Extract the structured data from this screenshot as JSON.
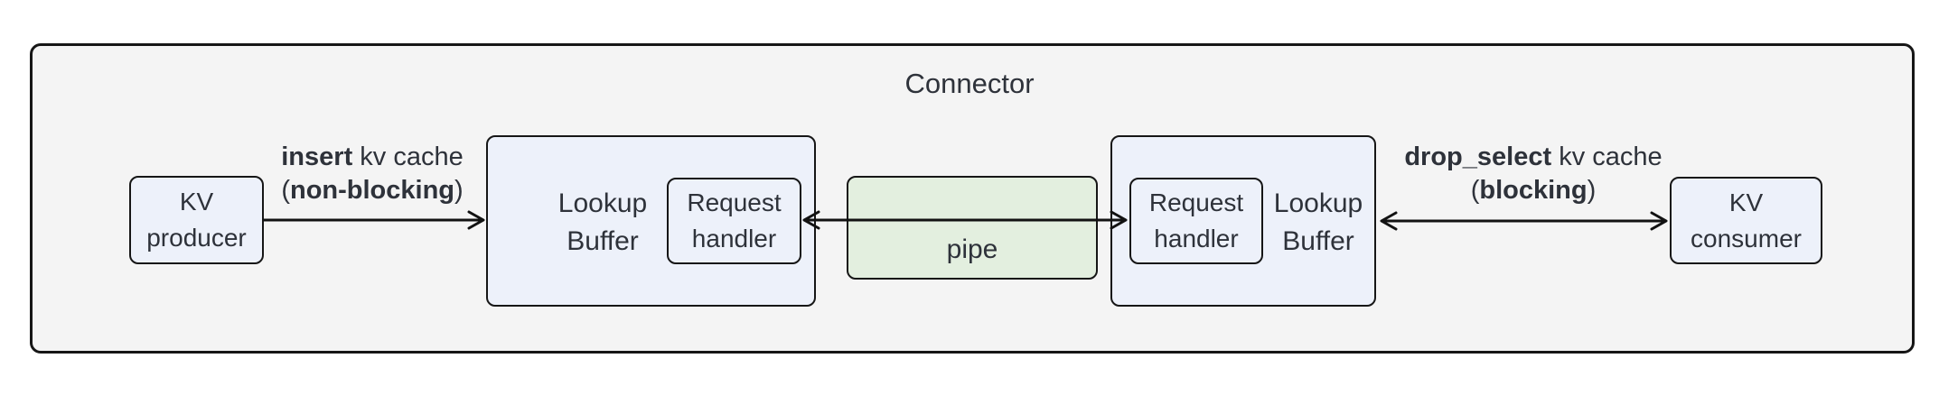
{
  "title": "Connector",
  "nodes": {
    "kv_producer": {
      "line1": "KV",
      "line2": "producer"
    },
    "lookup_buffer_left": {
      "line1": "Lookup",
      "line2": "Buffer"
    },
    "request_handler_left": {
      "line1": "Request",
      "line2": "handler"
    },
    "pipe": {
      "label": "pipe"
    },
    "request_handler_right": {
      "line1": "Request",
      "line2": "handler"
    },
    "lookup_buffer_right": {
      "line1": "Lookup",
      "line2": "Buffer"
    },
    "kv_consumer": {
      "line1": "KV",
      "line2": "consumer"
    }
  },
  "edges": {
    "insert": {
      "bold1": "insert",
      "rest1": " kv cache",
      "pre2": "(",
      "bold2": "non-blocking",
      "post2": ")"
    },
    "drop_select": {
      "bold1": "drop_select",
      "rest1": " kv cache",
      "pre2": "(",
      "bold2": "blocking",
      "post2": ")"
    }
  },
  "colors": {
    "outer_bg": "#f4f4f4",
    "node_bg": "#edf1fa",
    "pipe_bg": "#e3efdf",
    "border": "#161616",
    "text": "#2e323a"
  }
}
